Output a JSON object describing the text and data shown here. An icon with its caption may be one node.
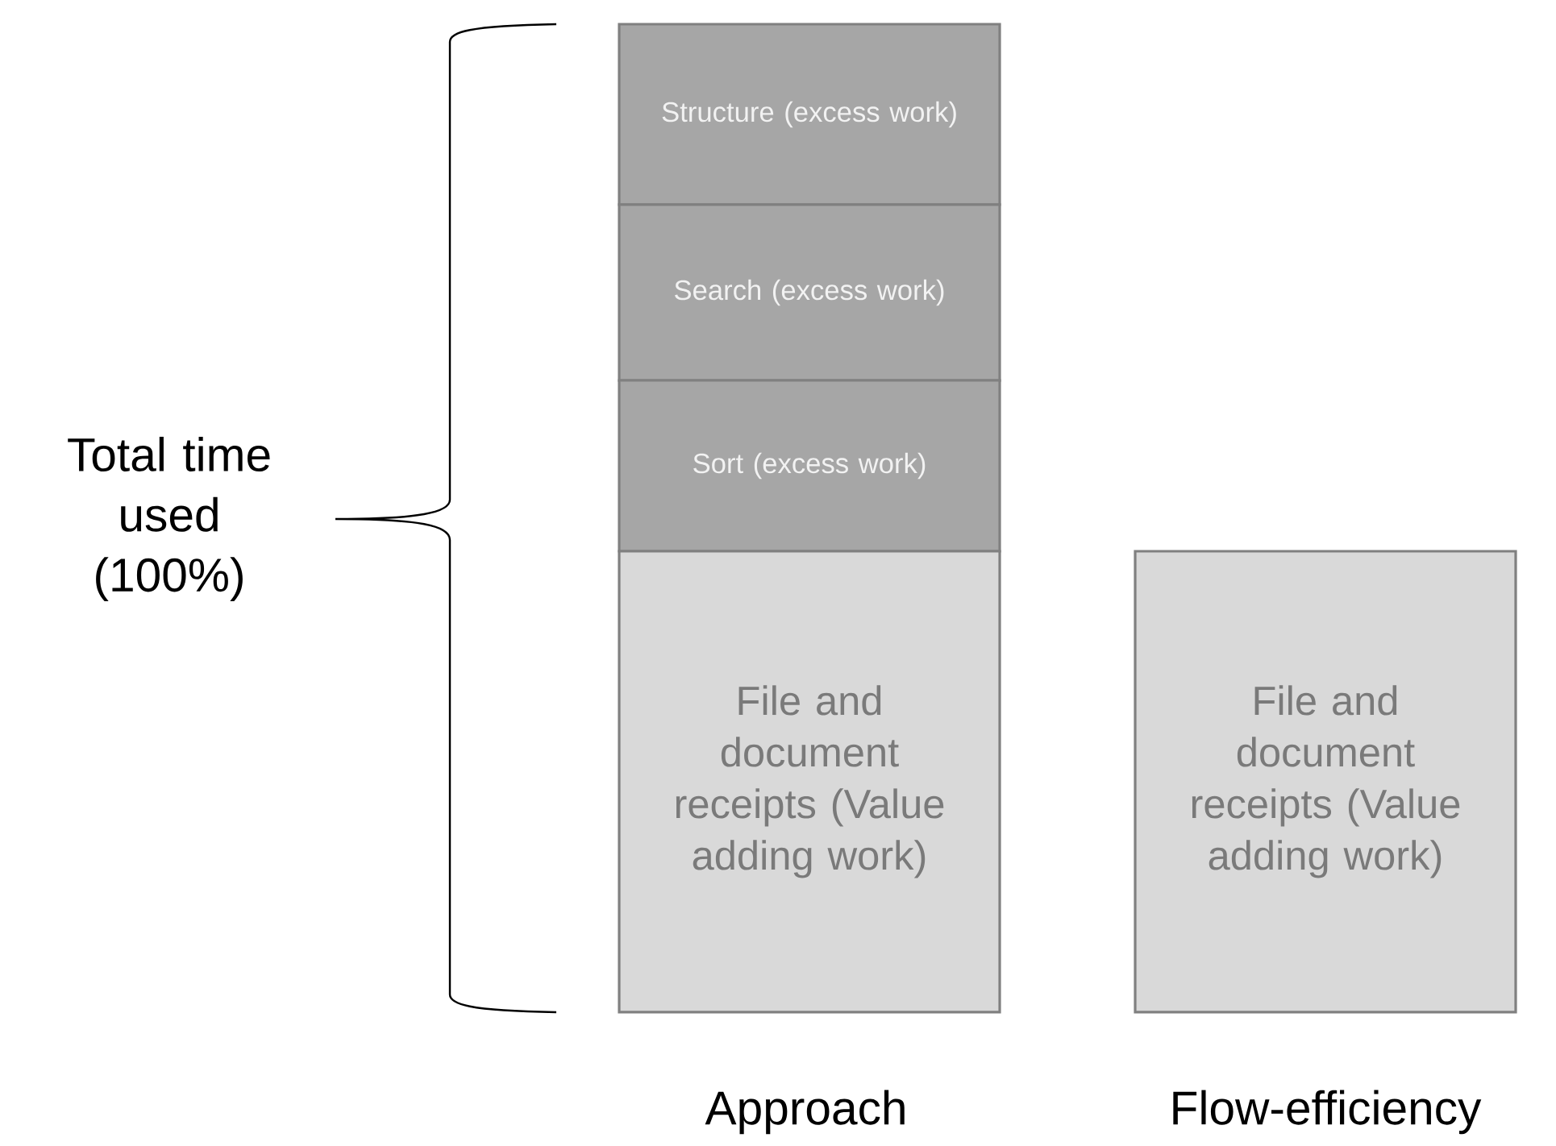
{
  "diagram": {
    "nodes": [
      {
        "text": [
          "Structure (excess work)"
        ]
      },
      {
        "text": [
          "Search (excess work)"
        ]
      },
      {
        "text": [
          "Sort (excess work)"
        ]
      },
      {
        "text": [
          "File and document receipts (Value adding work)"
        ]
      },
      {
        "text": [
          "File and document receipts (Value adding work)"
        ]
      }
    ],
    "labels": [
      "Total time used (100%)",
      "Approach",
      "Flow-efficiency"
    ]
  }
}
